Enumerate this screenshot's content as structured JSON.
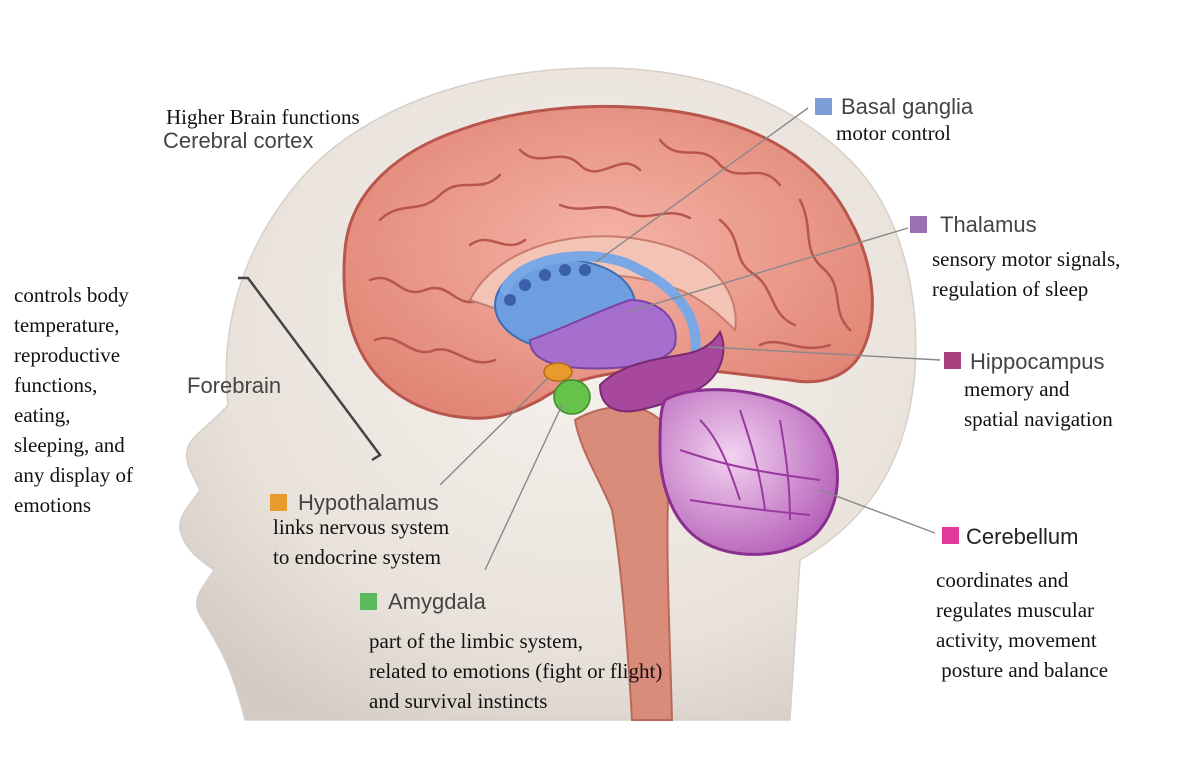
{
  "labels": {
    "higher_brain": "Higher Brain functions",
    "cerebral_cortex": "Cerebral cortex",
    "forebrain": "Forebrain",
    "forebrain_desc": [
      "controls body",
      "temperature,",
      "reproductive",
      "functions,",
      "eating,",
      "sleeping, and",
      "any display of",
      "emotions"
    ],
    "basal_ganglia": {
      "name": "Basal ganglia",
      "desc": [
        "motor control"
      ],
      "color": "#7b9ed9"
    },
    "thalamus": {
      "name": "Thalamus",
      "desc": [
        "sensory motor signals,",
        "regulation of sleep"
      ],
      "color": "#9b6fb4"
    },
    "hippocampus": {
      "name": "Hippocampus",
      "desc": [
        "memory and",
        "spatial navigation"
      ],
      "color": "#a8407f"
    },
    "cerebellum": {
      "name": "Cerebellum",
      "desc": [
        "coordinates and",
        "regulates muscular",
        "activity, movement",
        " posture and balance"
      ],
      "color": "#e0399e"
    },
    "hypothalamus": {
      "name": "Hypothalamus",
      "desc": [
        "links nervous system",
        "to endocrine system"
      ],
      "color": "#e89a2c"
    },
    "amygdala": {
      "name": "Amygdala",
      "desc": [
        "part of the limbic system,",
        "related to emotions (fight or flight)",
        "and survival instincts"
      ],
      "color": "#5cb85c"
    }
  },
  "colors": {
    "cortex": "#e8958a",
    "cortex_dark": "#b8564e",
    "head": "#efe9e2",
    "brainstem": "#d88f7d",
    "cerebellum_fill": "#c06ac0",
    "cerebellum_light": "#f0c8ee",
    "basal": "#6f9ee0",
    "thalamus": "#a66fce",
    "hippo": "#a8479e",
    "hypothalamus": "#e89a2c",
    "amygdala": "#66c24a"
  }
}
